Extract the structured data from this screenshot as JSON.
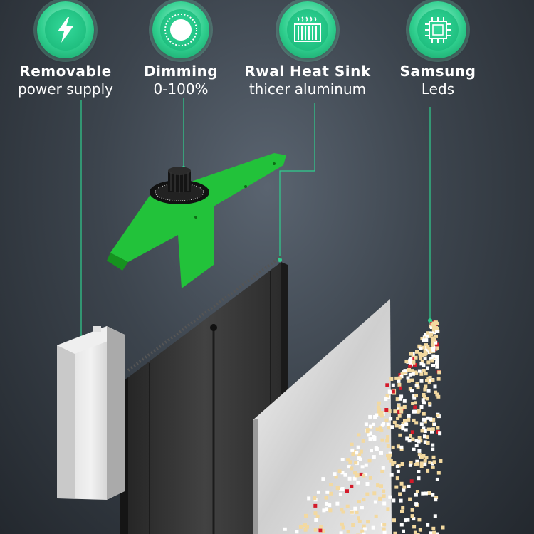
{
  "features": [
    {
      "title": "Removable",
      "subtitle": "power supply",
      "icon": "lightning-icon"
    },
    {
      "title": "Dimming",
      "subtitle": "0-100%",
      "icon": "dimmer-dial-icon"
    },
    {
      "title": "Rwal Heat Sink",
      "subtitle": "thicer aluminum",
      "icon": "heat-sink-icon"
    },
    {
      "title": "Samsung",
      "subtitle": "Leds",
      "icon": "chip-icon"
    }
  ],
  "colors": {
    "accent_green": "#2fcf8e",
    "bracket_green": "#22c23a",
    "heatsink_dark": "#3a3a3a",
    "led_warm": "#f3d9a0",
    "led_white": "#ffffff",
    "led_red": "#d41a2a"
  }
}
